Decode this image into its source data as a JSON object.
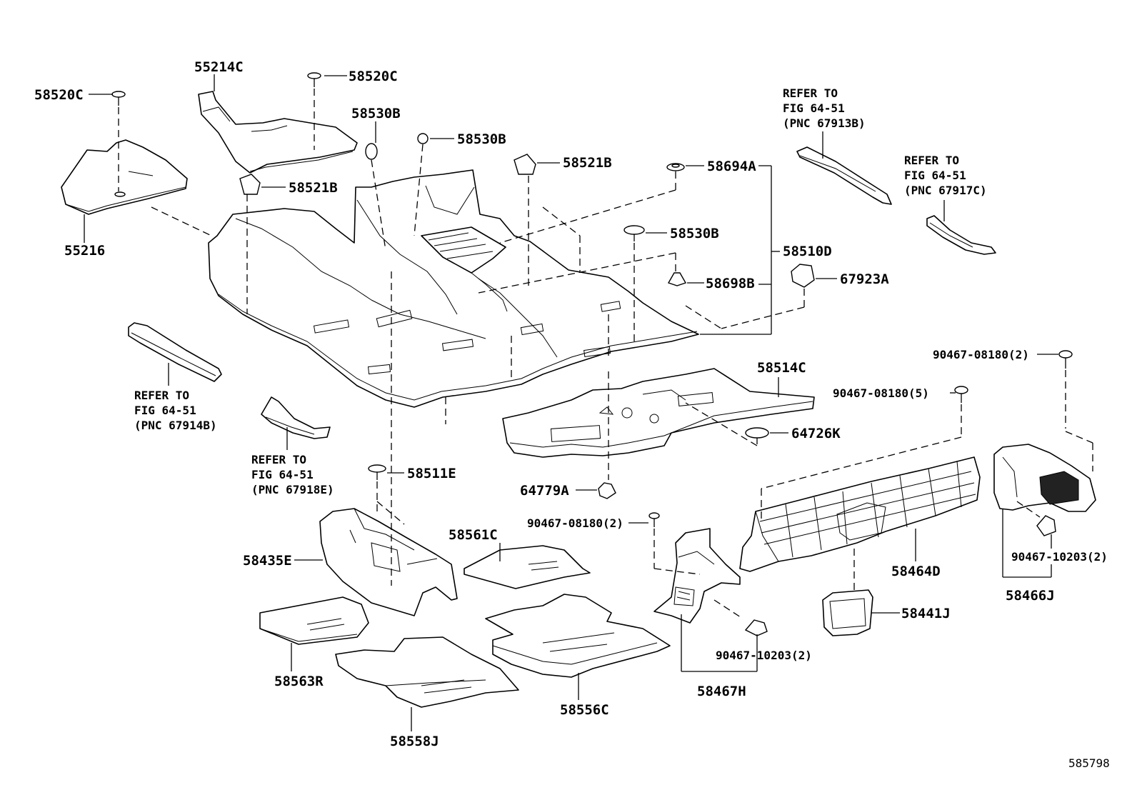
{
  "labels": {
    "p55214C": "55214C",
    "p58520C_a": "58520C",
    "p58520C_b": "58520C",
    "p58530B_a": "58530B",
    "p58530B_b": "58530B",
    "p58530B_c": "58530B",
    "p58521B_a": "58521B",
    "p58521B_b": "58521B",
    "p58694A": "58694A",
    "p58510D": "58510D",
    "p58698B": "58698B",
    "p67923A": "67923A",
    "p55216": "55216",
    "p58514C": "58514C",
    "p64726K": "64726K",
    "p58511E": "58511E",
    "p64779A": "64779A",
    "p58561C": "58561C",
    "p58435E": "58435E",
    "p58563R": "58563R",
    "p58556C": "58556C",
    "p58558J": "58558J",
    "p58467H": "58467H",
    "p58441J": "58441J",
    "p58464D": "58464D",
    "p58466J": "58466J",
    "p90467_08180_2a": "90467-08180(2)",
    "p90467_08180_5": "90467-08180(5)",
    "p90467_08180_2b": "90467-08180(2)",
    "p90467_10203_2a": "90467-10203(2)",
    "p90467_10203_2b": "90467-10203(2)"
  },
  "refs": {
    "r67913B": [
      "REFER TO",
      "FIG 64-51",
      "(PNC 67913B)"
    ],
    "r67917C": [
      "REFER TO",
      "FIG 64-51",
      "(PNC 67917C)"
    ],
    "r67914B": [
      "REFER TO",
      "FIG 64-51",
      "(PNC 67914B)"
    ],
    "r67918E": [
      "REFER TO",
      "FIG 64-51",
      "(PNC 67918E)"
    ]
  },
  "figure_id": "585798"
}
